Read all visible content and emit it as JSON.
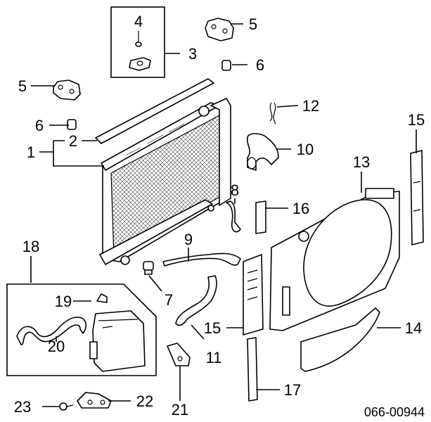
{
  "diagram": {
    "code": "066-00944",
    "callouts": [
      "1",
      "2",
      "3",
      "4",
      "5",
      "5",
      "6",
      "6",
      "7",
      "8",
      "9",
      "10",
      "11",
      "12",
      "13",
      "14",
      "15",
      "15",
      "16",
      "17",
      "18",
      "19",
      "20",
      "21",
      "22",
      "23"
    ]
  }
}
